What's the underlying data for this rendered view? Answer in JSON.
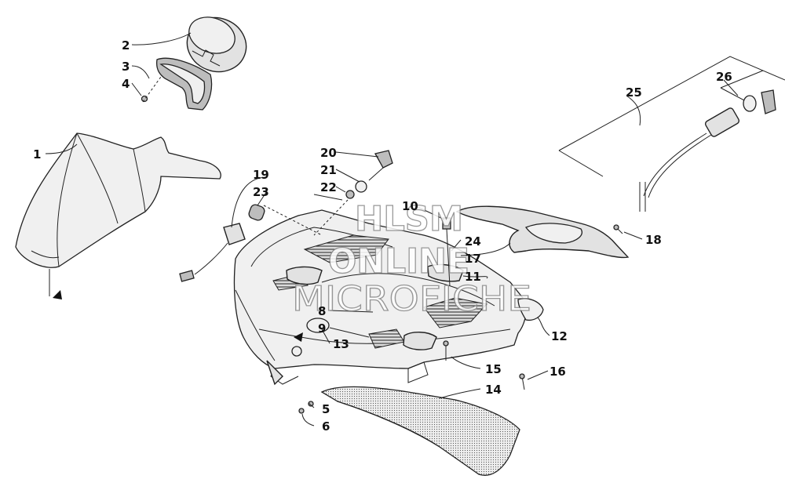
{
  "watermark": {
    "line1": "HLSM",
    "line2": "ONLINE",
    "line3": "MICROFICHE"
  },
  "callouts": [
    {
      "id": "1",
      "label": "1"
    },
    {
      "id": "2",
      "label": "2"
    },
    {
      "id": "3",
      "label": "3"
    },
    {
      "id": "4",
      "label": "4"
    },
    {
      "id": "5",
      "label": "5"
    },
    {
      "id": "6",
      "label": "6"
    },
    {
      "id": "8",
      "label": "8"
    },
    {
      "id": "9",
      "label": "9"
    },
    {
      "id": "10",
      "label": "10"
    },
    {
      "id": "11",
      "label": "11"
    },
    {
      "id": "12",
      "label": "12"
    },
    {
      "id": "13",
      "label": "13"
    },
    {
      "id": "14",
      "label": "14"
    },
    {
      "id": "15",
      "label": "15"
    },
    {
      "id": "16",
      "label": "16"
    },
    {
      "id": "17",
      "label": "17"
    },
    {
      "id": "18",
      "label": "18"
    },
    {
      "id": "19",
      "label": "19"
    },
    {
      "id": "20",
      "label": "20"
    },
    {
      "id": "21",
      "label": "21"
    },
    {
      "id": "22",
      "label": "22"
    },
    {
      "id": "23",
      "label": "23"
    },
    {
      "id": "24",
      "label": "24"
    },
    {
      "id": "25",
      "label": "25"
    },
    {
      "id": "26",
      "label": "26"
    }
  ]
}
